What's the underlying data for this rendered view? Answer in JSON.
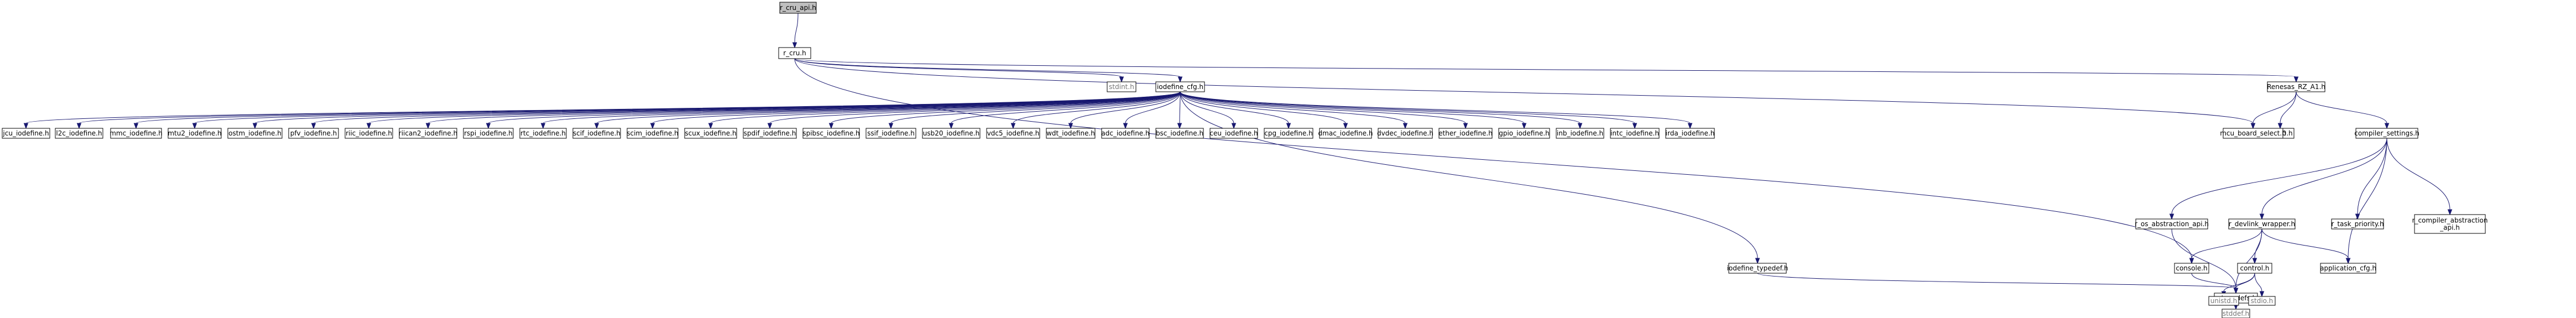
{
  "graph": {
    "colors": {
      "root_fill": "#bfbfbf",
      "node_fill": "#ffffff",
      "node_border": "#000000",
      "external_border": "#bfbfbf",
      "external_text": "#777777",
      "edge": "#191970"
    },
    "nodes": {
      "r_cru_api_h": {
        "label": "r_cru_api.h",
        "root": true
      },
      "r_cru_h": {
        "label": "r_cru.h"
      },
      "stdint_h": {
        "label": "stdint.h",
        "external": true
      },
      "iodefine_cfg_h": {
        "label": "iodefine_cfg.h"
      },
      "renesas_rz_a1_h": {
        "label": "Renesas_RZ_A1.h"
      },
      "pl310_h": {
        "label": "pl310.h"
      },
      "mcu_board_select_h": {
        "label": "mcu_board_select.h"
      },
      "compiler_settings_h": {
        "label": "compiler_settings.h"
      },
      "r_os_abstraction_api_h": {
        "label": "r_os_abstraction_api.h"
      },
      "r_devlink_wrapper_h": {
        "label": "r_devlink_wrapper.h"
      },
      "r_task_priority_h": {
        "label": "r_task_priority.h"
      },
      "r_compiler_abstraction_api_h": {
        "label": "r_compiler_abstraction\n_api.h"
      },
      "control_h": {
        "label": "control.h"
      },
      "application_cfg_h": {
        "label": "application_cfg.h"
      },
      "console_h": {
        "label": "console.h"
      },
      "iodefine_typedef_h": {
        "label": "iodefine_typedef.h"
      },
      "r_typedefs_h": {
        "label": "r_typedefs.h"
      },
      "unistd_h": {
        "label": "unistd.h",
        "external": true
      },
      "stdio_h": {
        "label": "stdio.h",
        "external": true
      },
      "stddef_h": {
        "label": "stddef.h",
        "external": true
      },
      "jcu_iodefine_h": {
        "label": "jcu_iodefine.h"
      },
      "l2c_iodefine_h": {
        "label": "l2c_iodefine.h"
      },
      "mmc_iodefine_h": {
        "label": "mmc_iodefine.h"
      },
      "mtu2_iodefine_h": {
        "label": "mtu2_iodefine.h"
      },
      "ostm_iodefine_h": {
        "label": "ostm_iodefine.h"
      },
      "pfv_iodefine_h": {
        "label": "pfv_iodefine.h"
      },
      "riic_iodefine_h": {
        "label": "riic_iodefine.h"
      },
      "riican2_iodefine_h": {
        "label": "riican2_iodefine.h"
      },
      "rspi_iodefine_h": {
        "label": "rspi_iodefine.h"
      },
      "rtc_iodefine_h": {
        "label": "rtc_iodefine.h"
      },
      "scif_iodefine_h": {
        "label": "scif_iodefine.h"
      },
      "scim_iodefine_h": {
        "label": "scim_iodefine.h"
      },
      "scux_iodefine_h": {
        "label": "scux_iodefine.h"
      },
      "spdif_iodefine_h": {
        "label": "spdif_iodefine.h"
      },
      "spibsc_iodefine_h": {
        "label": "spibsc_iodefine.h"
      },
      "ssif_iodefine_h": {
        "label": "ssif_iodefine.h"
      },
      "usb20_iodefine_h": {
        "label": "usb20_iodefine.h"
      },
      "vdc5_iodefine_h": {
        "label": "vdc5_iodefine.h"
      },
      "wdt_iodefine_h": {
        "label": "wdt_iodefine.h"
      },
      "adc_iodefine_h": {
        "label": "adc_iodefine.h"
      },
      "bsc_iodefine_h": {
        "label": "bsc_iodefine.h"
      },
      "ceu_iodefine_h": {
        "label": "ceu_iodefine.h"
      },
      "cpg_iodefine_h": {
        "label": "cpg_iodefine.h"
      },
      "dmac_iodefine_h": {
        "label": "dmac_iodefine.h"
      },
      "dvdec_iodefine_h": {
        "label": "dvdec_iodefine.h"
      },
      "ether_iodefine_h": {
        "label": "ether_iodefine.h"
      },
      "gpio_iodefine_h": {
        "label": "gpio_iodefine.h"
      },
      "inb_iodefine_h": {
        "label": "inb_iodefine.h"
      },
      "intc_iodefine_h": {
        "label": "intc_iodefine.h"
      },
      "irda_iodefine_h": {
        "label": "irda_iodefine.h"
      }
    }
  }
}
